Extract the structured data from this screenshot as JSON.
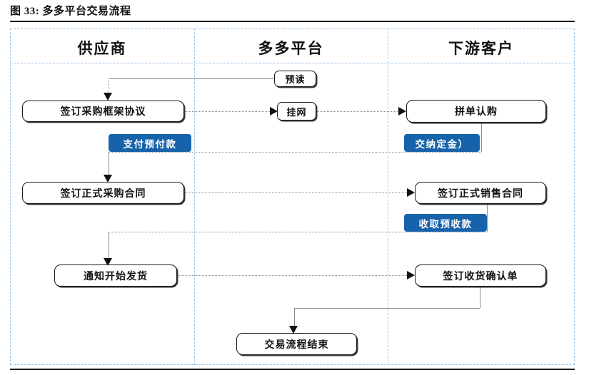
{
  "figure": {
    "label": "图  33:",
    "title": "多多平台交易流程",
    "full_title": "图  33: 多多平台交易流程"
  },
  "lanes": [
    {
      "id": "supplier",
      "title": "供应商"
    },
    {
      "id": "platform",
      "title": "多多平台"
    },
    {
      "id": "customer",
      "title": "下游客户"
    }
  ],
  "nodes": {
    "pre_read": "预读",
    "frame_agreement": "签订采购框架协议",
    "listing": "挂网",
    "group_subscribe": "拼单认购",
    "formal_purchase_contract": "签订正式采购合同",
    "formal_sales_contract": "签订正式销售合同",
    "notify_shipment": "通知开始发货",
    "receipt_confirmation": "签订收货确认单",
    "process_end": "交易流程结束"
  },
  "tags": {
    "prepayment": "支付预付款",
    "deposit": "交纳定金）",
    "advance_receipt": "收取预收款"
  },
  "colors": {
    "tag_blue": "#1763ab",
    "lane_border": "#9cc3e8",
    "connector": "#8d8d8d",
    "node_border": "#1a1a1a",
    "rule": "#1a1a1a"
  }
}
